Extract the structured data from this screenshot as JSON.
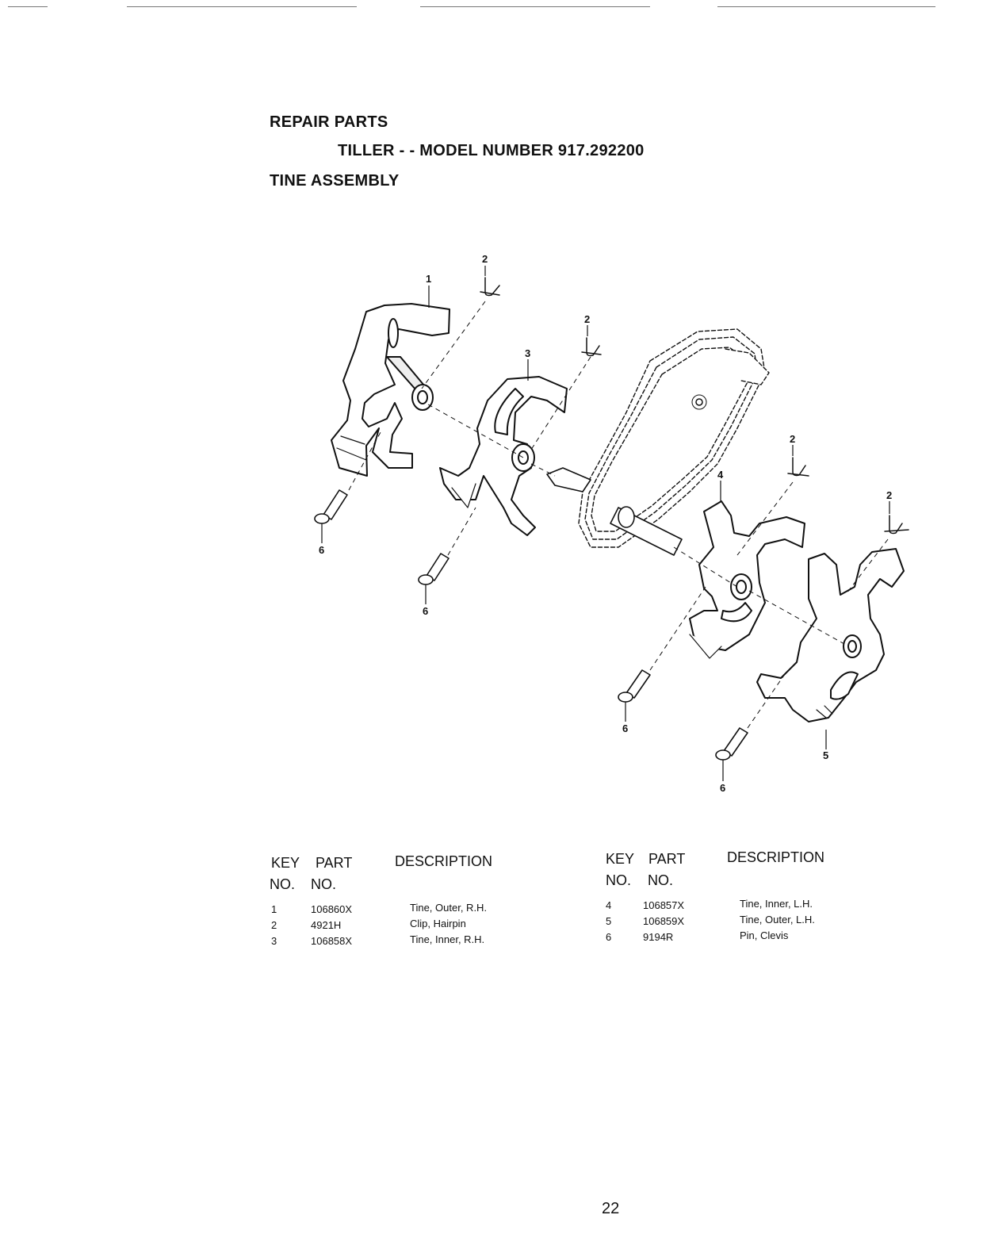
{
  "header": {
    "line1": "REPAIR PARTS",
    "line2": "TILLER - - MODEL NUMBER 917.292200",
    "line3": "TINE ASSEMBLY"
  },
  "diagram": {
    "callouts": [
      "1",
      "2",
      "2",
      "3",
      "2",
      "2",
      "4",
      "5",
      "6",
      "6",
      "6",
      "6"
    ]
  },
  "parts_table": {
    "headers": {
      "key": "KEY",
      "part": "PART",
      "no1": "NO.",
      "no2": "NO.",
      "description": "DESCRIPTION"
    },
    "left_rows": [
      {
        "key": "1",
        "part": "106860X",
        "description": "Tine, Outer, R.H."
      },
      {
        "key": "2",
        "part": "4921H",
        "description": "Clip, Hairpin"
      },
      {
        "key": "3",
        "part": "106858X",
        "description": "Tine, Inner, R.H."
      }
    ],
    "right_rows": [
      {
        "key": "4",
        "part": "106857X",
        "description": "Tine, Inner, L.H."
      },
      {
        "key": "5",
        "part": "106859X",
        "description": "Tine, Outer, L.H."
      },
      {
        "key": "6",
        "part": "9194R",
        "description": "Pin, Clevis"
      }
    ]
  },
  "footer": {
    "page_number": "22"
  }
}
